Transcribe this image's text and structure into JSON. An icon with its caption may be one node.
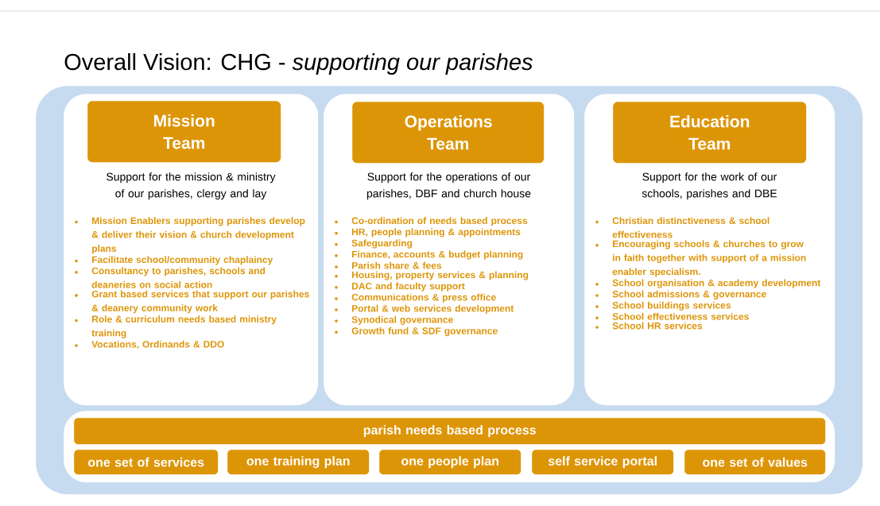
{
  "diagram": {
    "title": "Overall Vision: CHG - *supporting our parishes*",
    "nodes": [
      {
        "text": [],
        "shape": "box"
      },
      {
        "text": [
          "Support for the mission & ministry of our parishes, clergy and lay",
          "Mission Enablers supporting parishes develop & deliver their vision & church development plans",
          "Facilitate school/community chaplaincy",
          "Consultancy to parishes, schools and deaneries on social action",
          "Grant based services that support our parishes & deanery community work",
          "Role & curriculum needs based ministry training",
          "Vocations, Ordinands & DDO"
        ],
        "in": 0
      },
      {
        "text": [
          "Mission Team"
        ],
        "in": 1
      },
      {
        "text": [
          "Support for the operations of our parishes, DBF and church house",
          "Co-ordination of needs based process",
          "HR, people planning & appointments",
          "Safeguarding",
          "Finance, accounts & budget planning",
          "Parish share & fees",
          "Housing, property services & planning",
          "DAC and faculty support",
          "Communications & press office",
          "Portal & web services development",
          "Synodical governance",
          "Growth fund & SDF governance"
        ],
        "in": 0
      },
      {
        "text": [
          "Operations Team"
        ],
        "in": 3
      },
      {
        "text": [
          "Support for the work of our schools, parishes and DBE",
          "Christian distinctiveness & school effectiveness",
          "Encouraging schools & churches to grow in faith together with support of a mission enabler specialism.",
          "School organisation & academy development",
          "School admissions & governance",
          "School buildings services",
          "School effectiveness services",
          "School HR services"
        ],
        "in": 0
      },
      {
        "text": [
          "Education Team"
        ],
        "in": 5
      },
      {
        "text": [],
        "shape": "box",
        "in": 0
      },
      {
        "text": [
          "parish needs based process"
        ],
        "in": 7
      },
      {
        "text": [
          "one set of services"
        ],
        "in": 7
      },
      {
        "text": [
          "one training plan"
        ],
        "in": 7
      },
      {
        "text": [
          "one people plan"
        ],
        "in": 7
      },
      {
        "text": [
          "self service portal"
        ],
        "in": 7
      },
      {
        "text": [
          "one set of values"
        ],
        "in": 7
      }
    ]
  }
}
